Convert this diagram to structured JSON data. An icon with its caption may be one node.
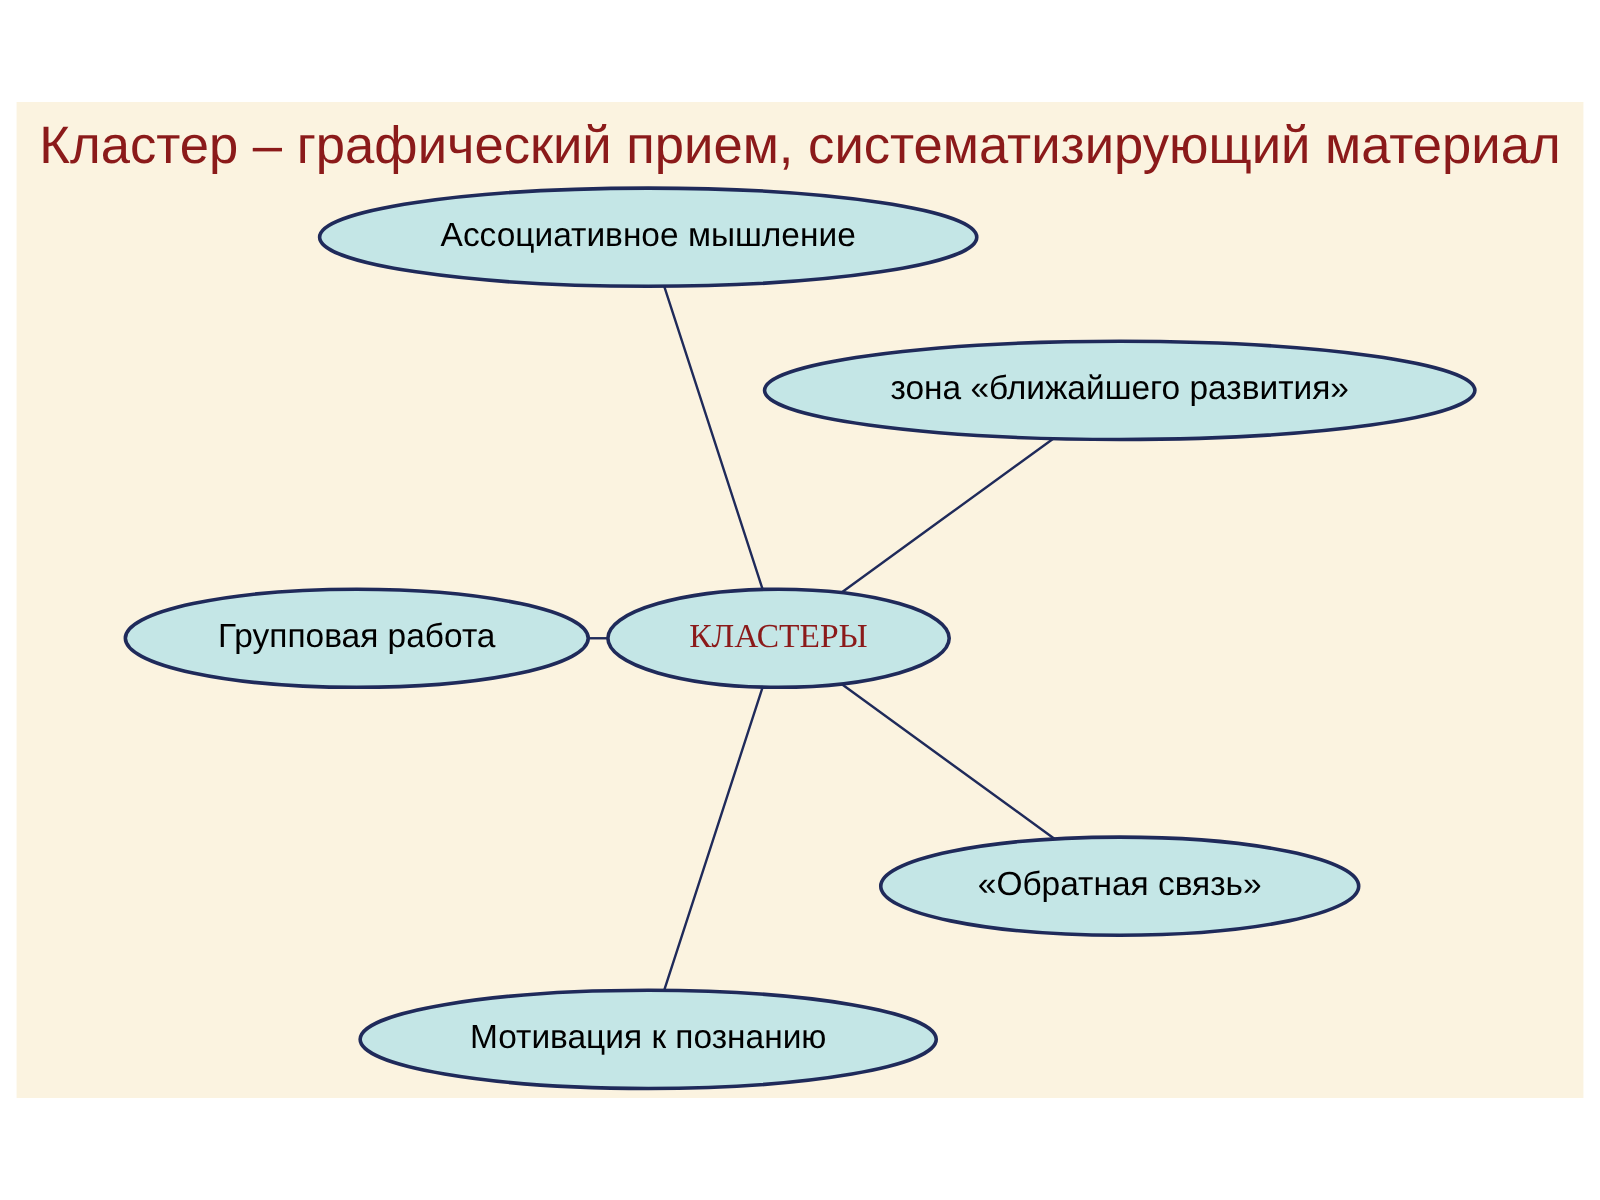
{
  "diagram": {
    "title": "Кластер – графический прием, систематизирующий материал",
    "nodes": [
      {
        "text": [
          "зона «ближайшего развития»"
        ]
      },
      {
        "text": [
          "Ассоциативное мышление"
        ]
      },
      {
        "text": [
          "КЛАСТЕРЫ"
        ]
      },
      {
        "text": [
          "Групповая работа"
        ]
      },
      {
        "text": [
          "Мотивация к познанию"
        ]
      },
      {
        "text": [
          "«Обратная связь»"
        ]
      }
    ],
    "edges": [
      {
        "from": 2,
        "to": 0,
        "arrow": "none"
      },
      {
        "from": 2,
        "to": 1,
        "arrow": "none"
      },
      {
        "from": 2,
        "to": 3,
        "arrow": "none"
      },
      {
        "from": 2,
        "to": 4,
        "arrow": "none"
      },
      {
        "from": 2,
        "to": 5,
        "arrow": "none"
      }
    ]
  }
}
